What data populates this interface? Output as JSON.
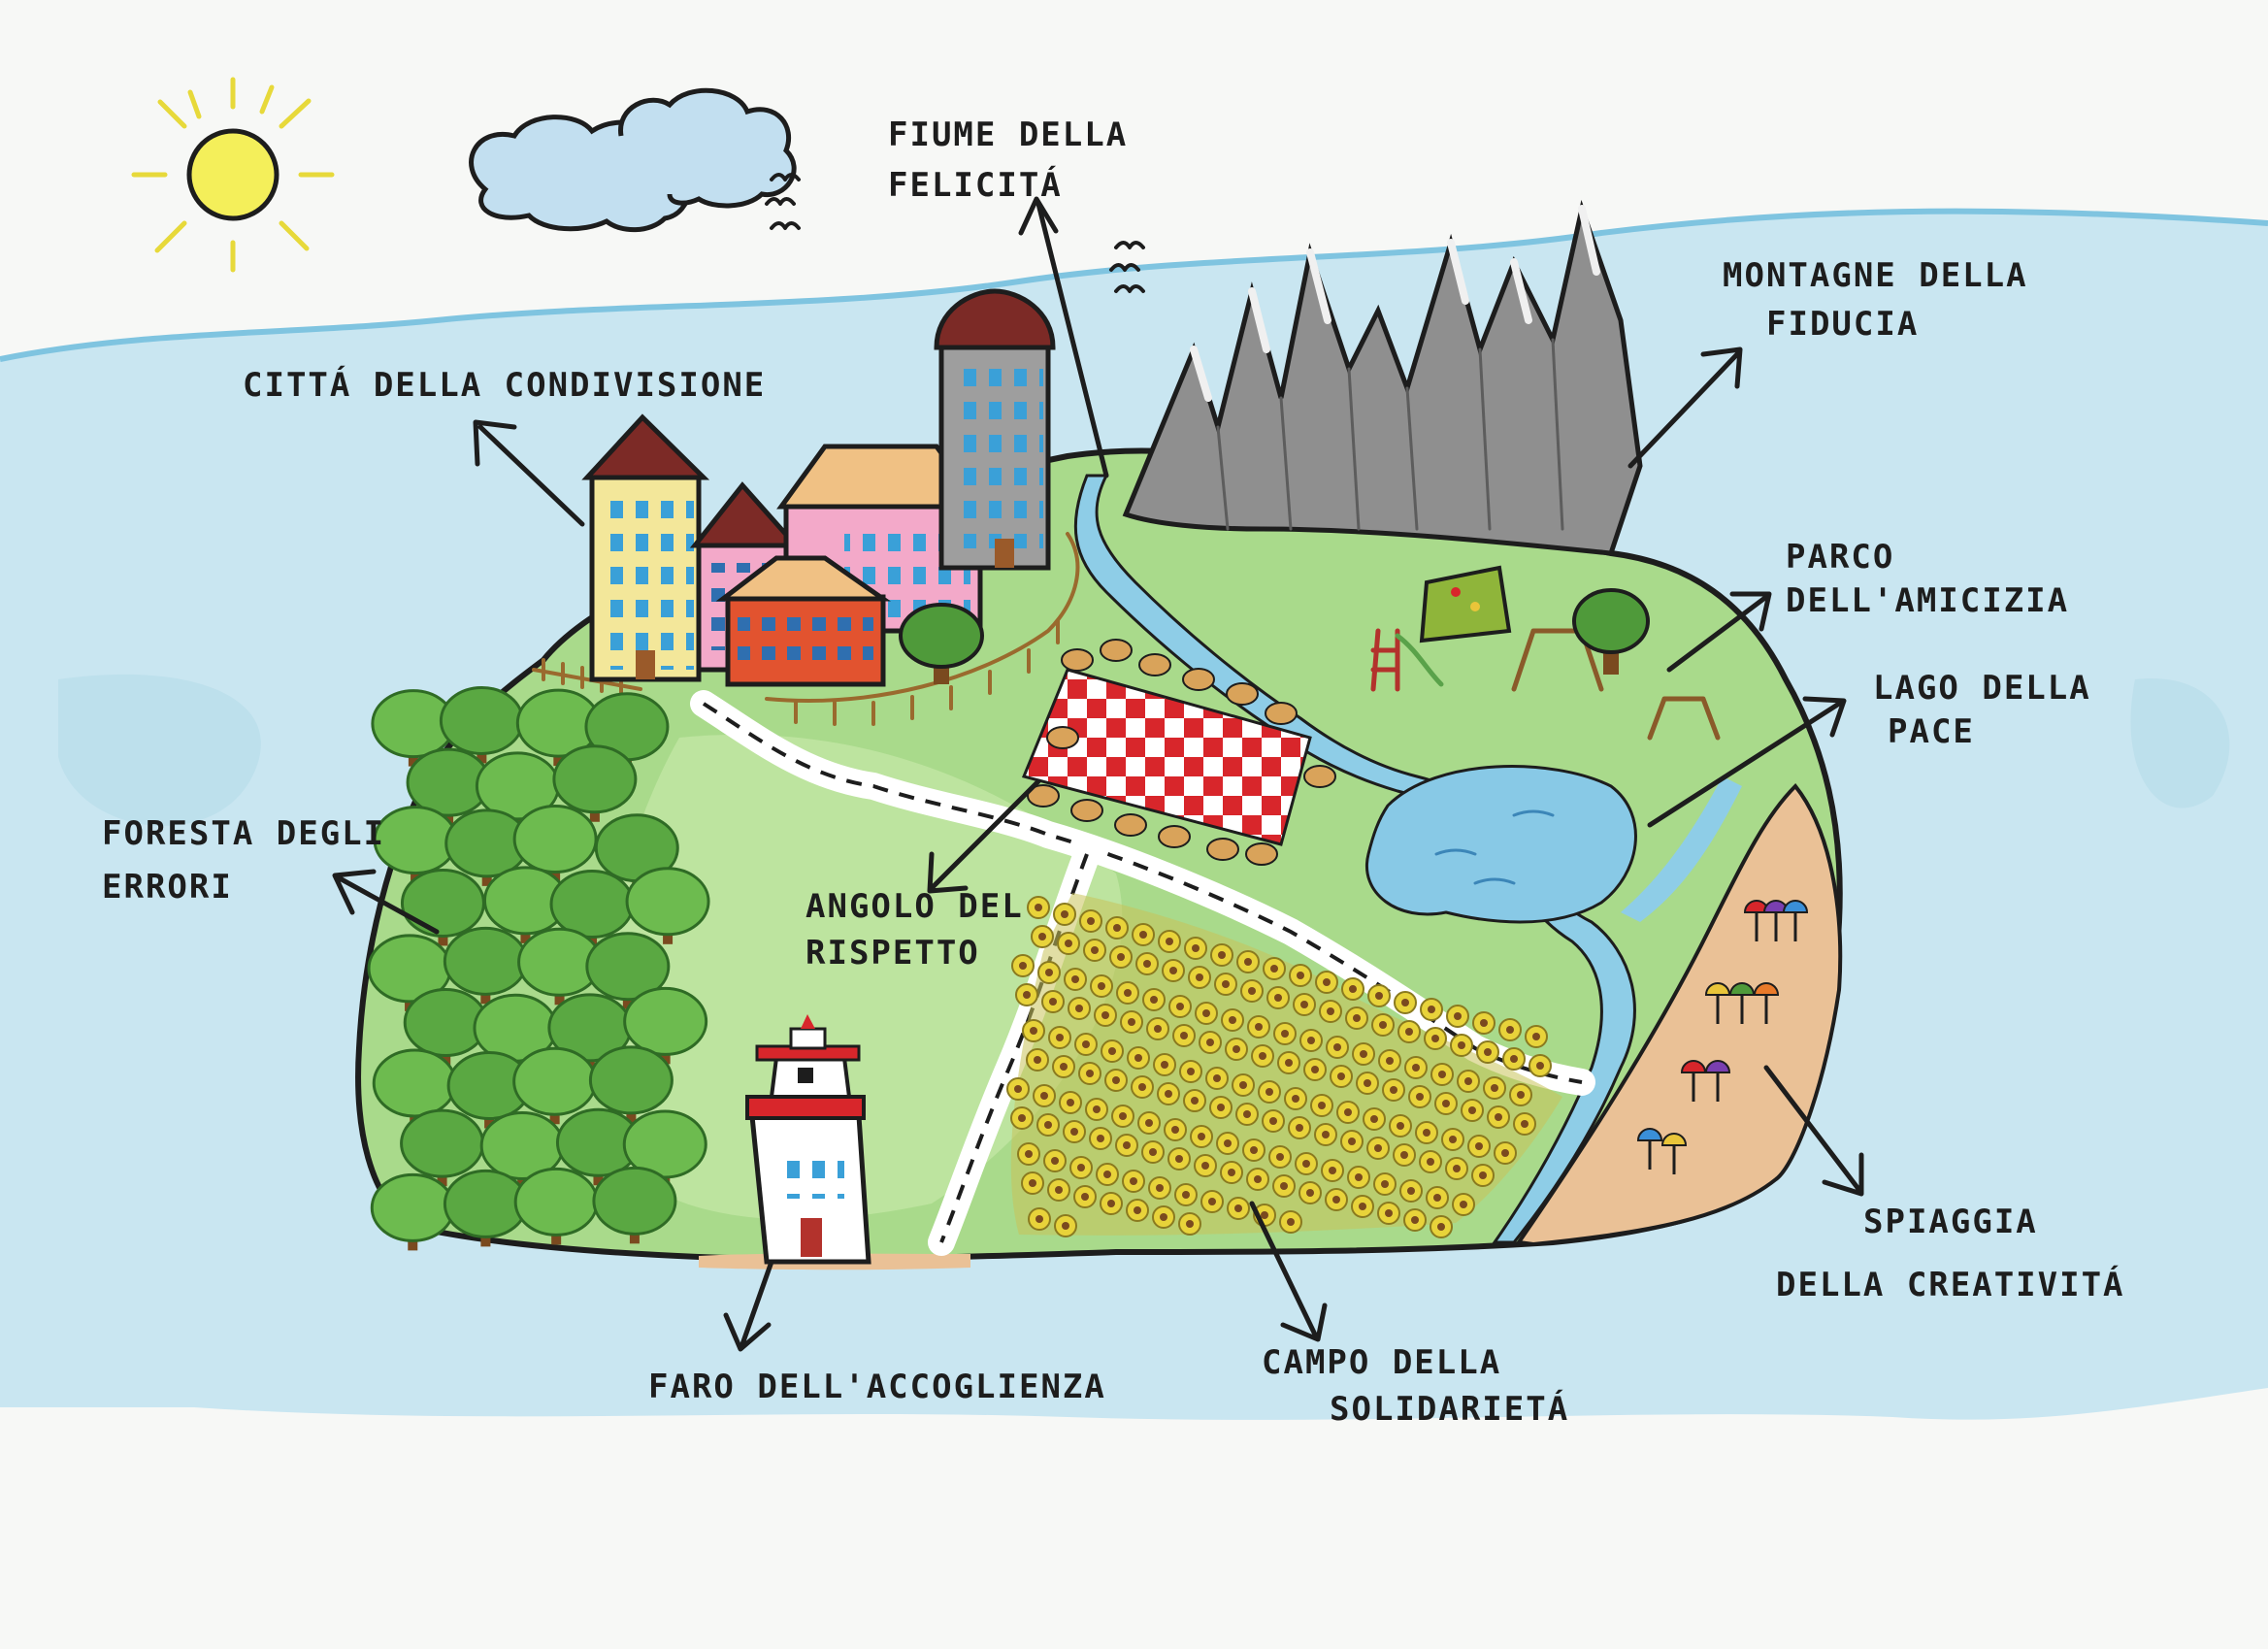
{
  "colors": {
    "sea": "#c7e4ef",
    "sky": "#f7f8f6",
    "grass": "#a8d98a",
    "grass_dark": "#7cc26a",
    "river": "#8fcde6",
    "sand": "#e9bf92",
    "mountain": "#8e8e8e",
    "outline": "#1d1d1d"
  },
  "labels": {
    "river": [
      "FIUME DELLA",
      "FELICITÁ"
    ],
    "city": [
      "CITTÁ DELLA CONDIVISIONE"
    ],
    "mountains": [
      "MONTAGNE  DELLA",
      "FIDUCIA"
    ],
    "park": [
      "PARCO",
      "DELL'AMICIZIA"
    ],
    "lake": [
      "LAGO  DELLA",
      "PACE"
    ],
    "forest": [
      "FORESTA  DEGLI",
      "ERRORI"
    ],
    "respect": [
      "ANGOLO DEL",
      "RISPETTO"
    ],
    "beach": [
      "SPIAGGIA",
      "DELLA   CREATIVITÁ"
    ],
    "lighthouse": [
      "FARO DELL'ACCOGLIENZA"
    ],
    "field": [
      "CAMPO DELLA",
      "SOLIDARIETÁ"
    ]
  },
  "icons": [
    "sun-icon",
    "cloud-icon",
    "bird-icon",
    "house-icon",
    "tower-icon",
    "mountain-icon",
    "tree-icon",
    "picnic-table-icon",
    "lighthouse-icon",
    "sunflower-icon",
    "umbrella-icon",
    "swing-icon",
    "slide-icon",
    "tent-icon",
    "arrow-icon"
  ]
}
